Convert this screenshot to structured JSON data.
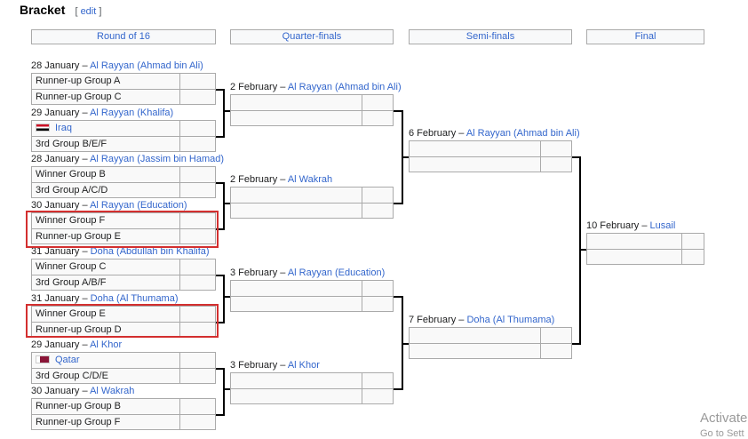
{
  "page": {
    "heading": "Bracket",
    "edit_open": "[",
    "edit_label": "edit",
    "edit_close": "]"
  },
  "rounds": [
    "Round of 16",
    "Quarter-finals",
    "Semi-finals",
    "Final"
  ],
  "r16": [
    {
      "date": "28 January",
      "venue": "Al Rayyan (Ahmad bin Ali)",
      "teams": [
        {
          "name": "Runner-up Group A"
        },
        {
          "name": "Runner-up Group C"
        }
      ]
    },
    {
      "date": "29 January",
      "venue": "Al Rayyan (Khalifa)",
      "teams": [
        {
          "name": "Iraq",
          "flag": "iraq",
          "link": true
        },
        {
          "name": "3rd Group B/E/F"
        }
      ]
    },
    {
      "date": "28 January",
      "venue": "Al Rayyan (Jassim bin Hamad)",
      "teams": [
        {
          "name": "Winner Group B"
        },
        {
          "name": "3rd Group A/C/D"
        }
      ]
    },
    {
      "date": "30 January",
      "venue": "Al Rayyan (Education)",
      "teams": [
        {
          "name": "Winner Group F"
        },
        {
          "name": "Runner-up Group E"
        }
      ]
    },
    {
      "date": "31 January",
      "venue": "Doha (Abdullah bin Khalifa)",
      "teams": [
        {
          "name": "Winner Group C"
        },
        {
          "name": "3rd Group A/B/F"
        }
      ]
    },
    {
      "date": "31 January",
      "venue": "Doha (Al Thumama)",
      "teams": [
        {
          "name": "Winner Group E"
        },
        {
          "name": "Runner-up Group D"
        }
      ]
    },
    {
      "date": "29 January",
      "venue": "Al Khor",
      "teams": [
        {
          "name": "Qatar",
          "flag": "qatar",
          "link": true
        },
        {
          "name": "3rd Group C/D/E"
        }
      ]
    },
    {
      "date": "30 January",
      "venue": "Al Wakrah",
      "teams": [
        {
          "name": "Runner-up Group B"
        },
        {
          "name": "Runner-up Group F"
        }
      ]
    }
  ],
  "qf": [
    {
      "date": "2 February",
      "venue": "Al Rayyan (Ahmad bin Ali)"
    },
    {
      "date": "2 February",
      "venue": "Al Wakrah"
    },
    {
      "date": "3 February",
      "venue": "Al Rayyan (Education)"
    },
    {
      "date": "3 February",
      "venue": "Al Khor"
    }
  ],
  "sf": [
    {
      "date": "6 February",
      "venue": "Al Rayyan (Ahmad bin Ali)"
    },
    {
      "date": "7 February",
      "venue": "Doha (Al Thumama)"
    }
  ],
  "final": [
    {
      "date": "10 February",
      "venue": "Lusail"
    }
  ],
  "watermark": {
    "line1": "Activate",
    "line2": "Go to Sett"
  },
  "colors": {
    "link": "#3366cc",
    "border": "#aaaaaa",
    "highlight": "#d32f2f",
    "header_bg": "#f8f9fa"
  }
}
